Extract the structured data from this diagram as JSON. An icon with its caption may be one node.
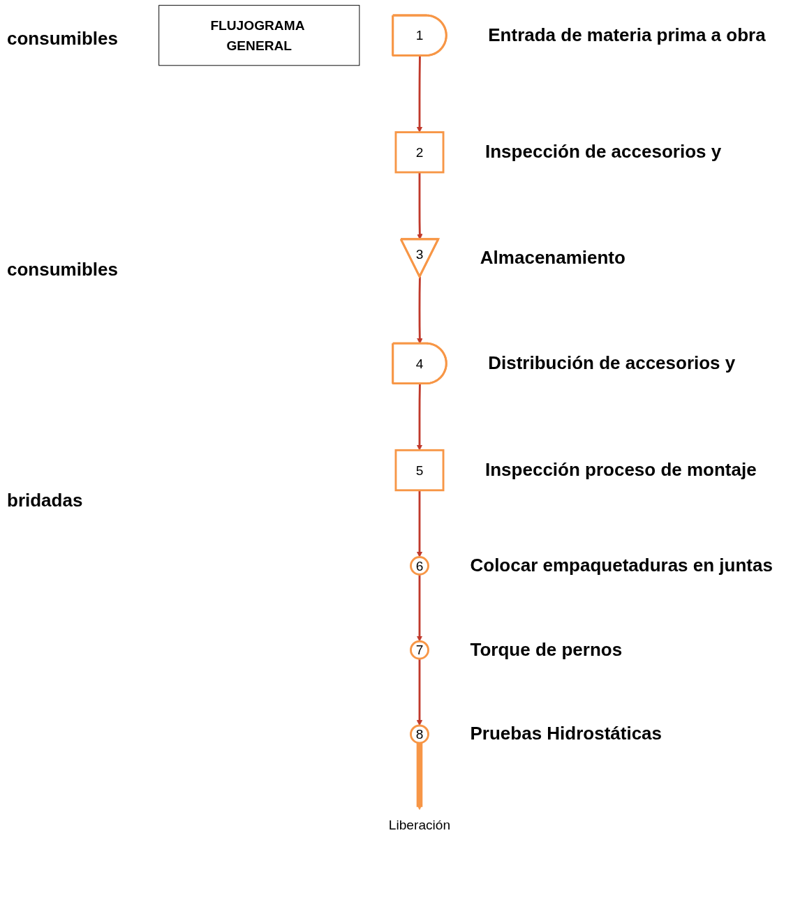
{
  "diagram": {
    "nodes": [
      {
        "text": [
          "1"
        ],
        "beside": [
          "Entrada de materia prima a obra"
        ]
      },
      {
        "text": [
          "2"
        ],
        "beside": [
          "Inspección de accesorios y"
        ]
      },
      {
        "text": [
          "3"
        ],
        "beside": [
          "Almacenamiento"
        ]
      },
      {
        "text": [
          "4"
        ],
        "beside": [
          "Distribución de accesorios y"
        ]
      },
      {
        "text": [
          "5"
        ],
        "beside": [
          "Inspección proceso de montaje"
        ]
      },
      {
        "text": [
          "6"
        ],
        "beside": [
          "Colocar empaquetaduras en juntas"
        ]
      },
      {
        "text": [
          "7"
        ],
        "beside": [
          "Torque de pernos"
        ]
      },
      {
        "text": [
          "8"
        ],
        "beside": [
          "Pruebas Hidrostáticas"
        ]
      },
      {
        "text": [
          "Liberación"
        ]
      },
      {
        "text": [
          "FLUJOGRAMA GENERAL"
        ]
      }
    ],
    "edges": [
      {
        "from": 0,
        "to": 1,
        "arrow": "to"
      },
      {
        "from": 1,
        "to": 2,
        "arrow": "to"
      },
      {
        "from": 2,
        "to": 3,
        "arrow": "to"
      },
      {
        "from": 3,
        "to": 4,
        "arrow": "to"
      },
      {
        "from": 4,
        "to": 5,
        "arrow": "to"
      },
      {
        "from": 5,
        "to": 6,
        "arrow": "to"
      },
      {
        "from": 6,
        "to": 7,
        "arrow": "to"
      },
      {
        "from": 7,
        "to": 8,
        "arrow": "to",
        "style": "thick",
        "color": "#f79646"
      }
    ],
    "labels": [
      "consumibles",
      "consumibles",
      "bridadas"
    ]
  }
}
